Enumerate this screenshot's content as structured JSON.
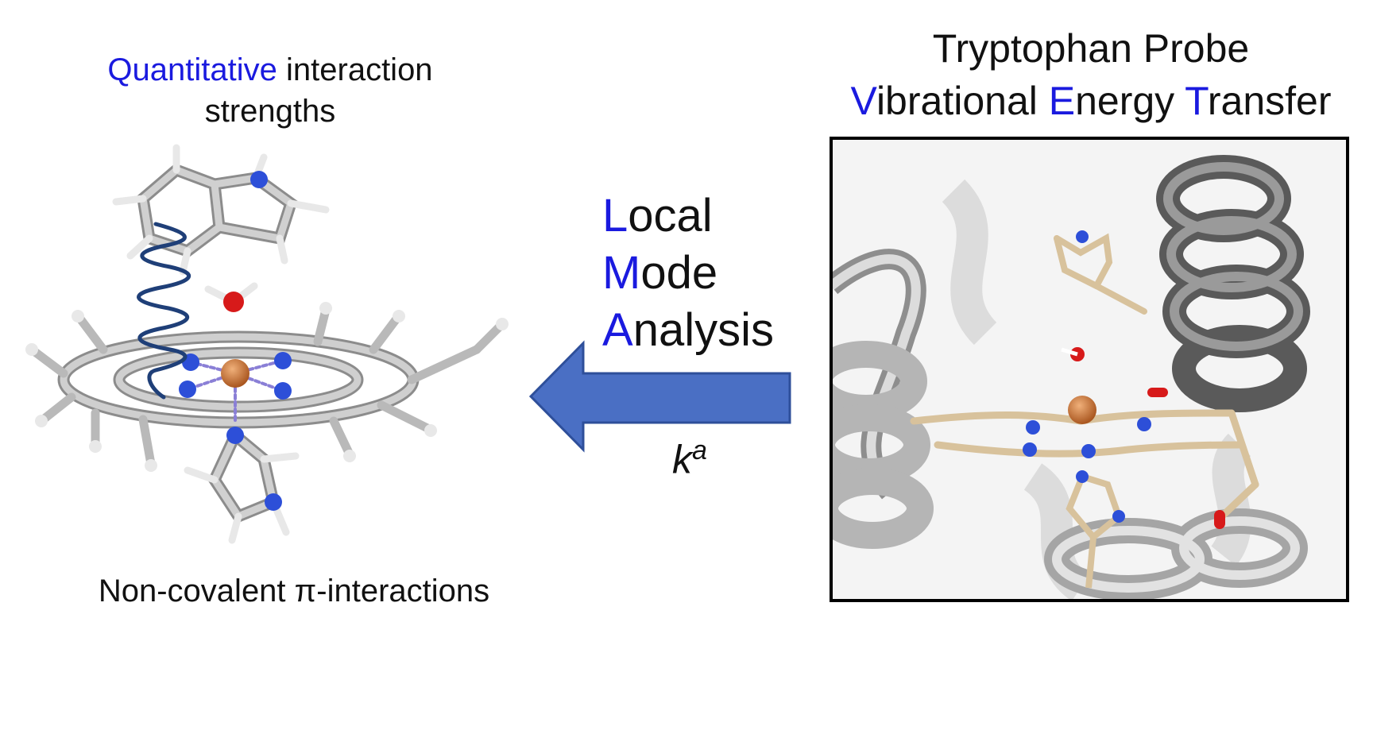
{
  "left_caption": {
    "highlight": "Quantitative",
    "rest_line1": " interaction",
    "line2": "strengths"
  },
  "right_caption": {
    "line1": "Tryptophan Probe",
    "v": "V",
    "ibrational": "ibrational ",
    "e": "E",
    "nergy": "nergy ",
    "t": "T",
    "ransfer": "ransfer"
  },
  "lma": {
    "l": "L",
    "ocal": "ocal",
    "m": "M",
    "ode": "ode",
    "a": "A",
    "nalysis": "nalysis",
    "k": "k",
    "a_sup": "a"
  },
  "bottom_caption": "Non-covalent π-interactions",
  "colors": {
    "accent_blue": "#1a1adf",
    "arrow_fill": "#4a6fc4",
    "arrow_stroke": "#2e4f9a",
    "iron": "#c8743a",
    "nitrogen": "#2d4fd8",
    "oxygen": "#d71a1a",
    "tan_stick": "#d8c29c"
  }
}
